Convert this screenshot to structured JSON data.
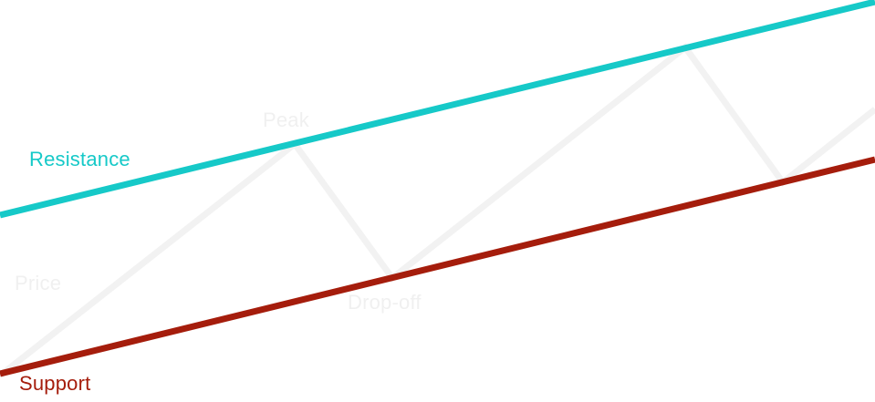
{
  "diagram": {
    "labels": {
      "resistance": "Resistance",
      "support": "Support",
      "peak": "Peak",
      "price": "Price",
      "dropoff": "Drop-off"
    },
    "colors": {
      "resistance": "#16C9C8",
      "support": "#A51D0C",
      "price": "#F2F2F2",
      "annotation": "#F0F0F0",
      "background": "#FFFFFF"
    }
  }
}
